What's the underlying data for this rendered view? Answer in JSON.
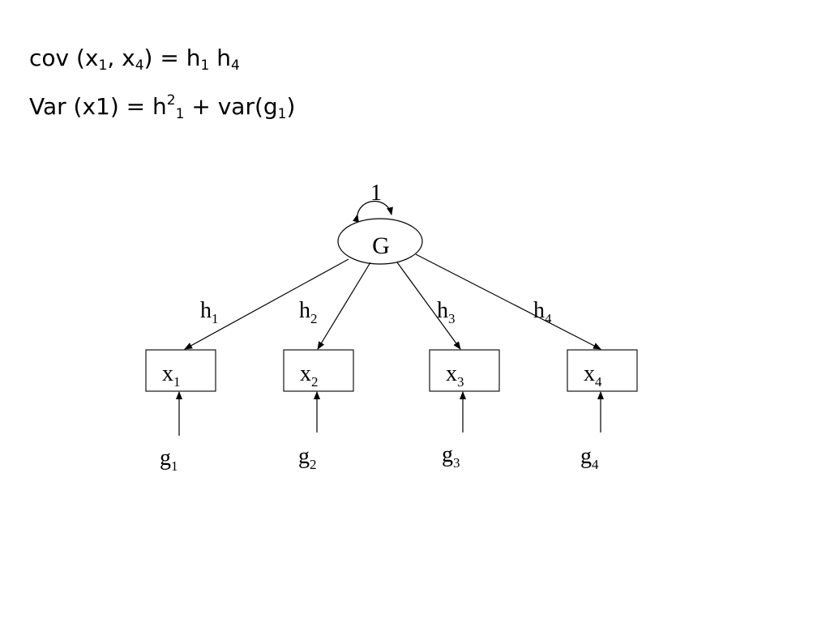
{
  "formulas": {
    "cov": {
      "prefix": "cov (x",
      "sub1": "1",
      "mid1": ", x",
      "sub2": "4",
      "mid2": ") = h",
      "sub3": "1",
      "mid3": " h",
      "sub4": "4"
    },
    "var": {
      "prefix": "Var (x1) = h",
      "sup1": "2",
      "sub1": "1",
      "mid1": " + var(g",
      "sub2": "1",
      "suffix": ")"
    }
  },
  "diagram": {
    "factor": {
      "label": "G",
      "variance_label": "1"
    },
    "observed": [
      {
        "base": "x",
        "sub": "1"
      },
      {
        "base": "x",
        "sub": "2"
      },
      {
        "base": "x",
        "sub": "3"
      },
      {
        "base": "x",
        "sub": "4"
      }
    ],
    "loadings": [
      {
        "base": "h",
        "sub": "1"
      },
      {
        "base": "h",
        "sub": "2"
      },
      {
        "base": "h",
        "sub": "3"
      },
      {
        "base": "h",
        "sub": "4"
      }
    ],
    "errors": [
      {
        "base": "g",
        "sub": "1"
      },
      {
        "base": "g",
        "sub": "2"
      },
      {
        "base": "g",
        "sub": "3"
      },
      {
        "base": "g",
        "sub": "4"
      }
    ]
  }
}
